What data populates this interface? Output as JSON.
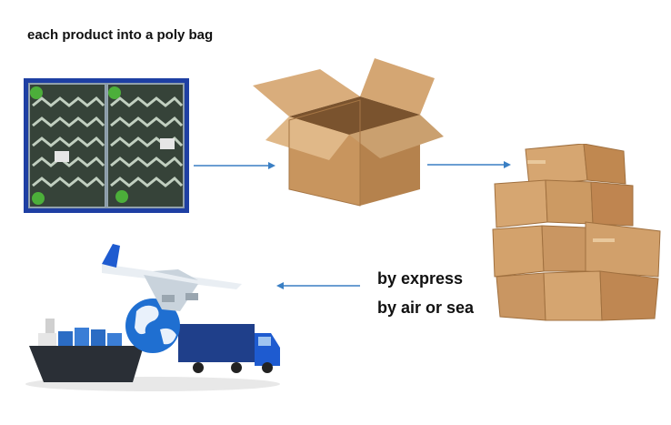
{
  "steps": {
    "bag_text": "each product into a poly bag",
    "ship_line_1": "by express",
    "ship_line_2": "by air or sea"
  },
  "icons": [
    "poly-bag-photo",
    "open-carton-box",
    "carton-box-stack",
    "plane-globe-ship-truck"
  ],
  "colors": {
    "arrow": "#3a7fc4",
    "carton": "#c99a64",
    "bag_bg": "#1e3fa3"
  }
}
